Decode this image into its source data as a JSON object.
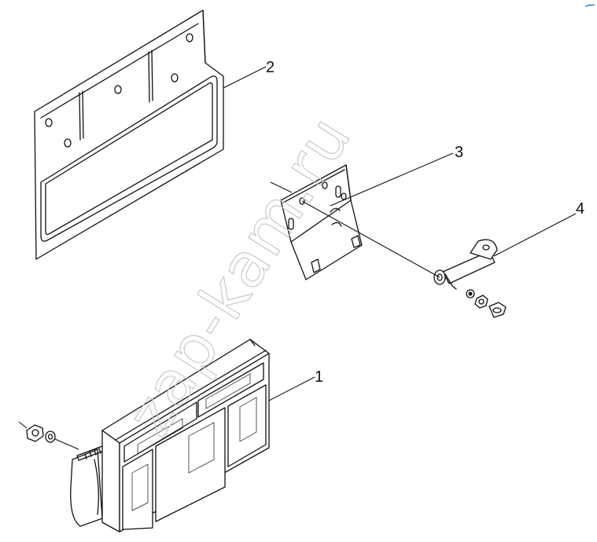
{
  "diagram": {
    "callouts": [
      {
        "id": "1",
        "label": "1"
      },
      {
        "id": "2",
        "label": "2"
      },
      {
        "id": "3",
        "label": "3"
      },
      {
        "id": "4",
        "label": "4"
      }
    ],
    "watermark": "zap-kam.ru"
  }
}
